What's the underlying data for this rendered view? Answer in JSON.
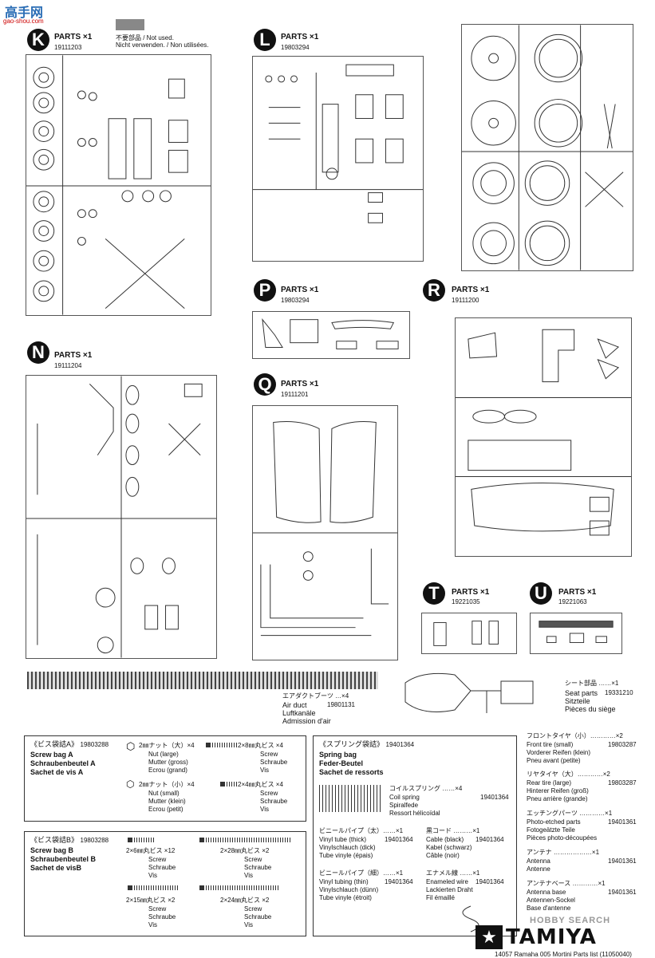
{
  "header": {
    "site_brand": "高手网",
    "site_url": "gao-shou.com",
    "watermark": "HOBBY SEARCH"
  },
  "not_used": {
    "jp": "不要部品",
    "en": "/ Not used.",
    "de": "Nicht verwenden.",
    "fr": "/ Non utilisées."
  },
  "sprues": {
    "K": {
      "letter": "K",
      "title": "PARTS ×1",
      "code": "19111203"
    },
    "L": {
      "letter": "L",
      "title": "PARTS ×1",
      "code": "19803294"
    },
    "N": {
      "letter": "N",
      "title": "PARTS ×1",
      "code": "19111204"
    },
    "P": {
      "letter": "P",
      "title": "PARTS ×1",
      "code": "19803294"
    },
    "Q": {
      "letter": "Q",
      "title": "PARTS ×1",
      "code": "19111201"
    },
    "R": {
      "letter": "R",
      "title": "PARTS ×1",
      "code": "19111200"
    },
    "T": {
      "letter": "T",
      "title": "PARTS ×1",
      "code": "19221035"
    },
    "U": {
      "letter": "U",
      "title": "PARTS ×1",
      "code": "19221063"
    }
  },
  "air_duct": {
    "jp": "エアダクトブーツ …×4",
    "en": "Air duct",
    "code": "19801131",
    "de": "Luftkanäle",
    "fr": "Admission d'air"
  },
  "seat": {
    "jp": "シート部品 ……×1",
    "en": "Seat parts",
    "code": "19331210",
    "de": "Sitzteile",
    "fr": "Pièces du siège"
  },
  "screw_a": {
    "title": "《ビス袋詰A》",
    "code": "19803288",
    "en": "Screw bag A",
    "de": "Schraubenbeutel A",
    "fr": "Sachet de vis A",
    "items": [
      {
        "jp": "2㎜ナット（大）×4",
        "l1": "Nut (large)",
        "l2": "Mutter (gross)",
        "l3": "Ecrou (grand)"
      },
      {
        "jp": "2×8㎜丸ビス ×4",
        "l1": "Screw",
        "l2": "Schraube",
        "l3": "Vis"
      },
      {
        "jp": "2㎜ナット（小）×4",
        "l1": "Nut (small)",
        "l2": "Mutter (klein)",
        "l3": "Ecrou (petit)"
      },
      {
        "jp": "2×4㎜丸ビス ×4",
        "l1": "Screw",
        "l2": "Schraube",
        "l3": "Vis"
      }
    ]
  },
  "screw_b": {
    "title": "《ビス袋詰B》",
    "code": "19803288",
    "en": "Screw bag B",
    "de": "Schraubenbeutel B",
    "fr": "Sachet de visB",
    "items": [
      {
        "jp": "2×6㎜丸ビス ×12",
        "l1": "Screw",
        "l2": "Schraube",
        "l3": "Vis"
      },
      {
        "jp": "2×28㎜丸ビス ×2",
        "l1": "Screw",
        "l2": "Schraube",
        "l3": "Vis"
      },
      {
        "jp": "2×15㎜丸ビス ×2",
        "l1": "Screw",
        "l2": "Schraube",
        "l3": "Vis"
      },
      {
        "jp": "2×24㎜丸ビス ×2",
        "l1": "Screw",
        "l2": "Schraube",
        "l3": "Vis"
      }
    ]
  },
  "spring": {
    "title": "《スプリング袋詰》",
    "code": "19401364",
    "en": "Spring bag",
    "de": "Feder-Beutel",
    "fr": "Sachet de ressorts",
    "coil": {
      "jp": "コイルスプリング ……×4",
      "en": "Coil spring",
      "code": "19401364",
      "de": "Spiralfede",
      "fr": "Ressort hélicoïdal"
    },
    "vinyl_thick": {
      "jp": "ビニールパイプ（太）……×1",
      "en": "Vinyl tube (thick)",
      "code": "19401364",
      "de": "Vinylschlauch (dick)",
      "fr": "Tube vinyle (épais)"
    },
    "cable": {
      "jp": "黒コード ………×1",
      "en": "Cable (black)",
      "code": "19401364",
      "de": "Kabel (schwarz)",
      "fr": "Câble (noir)"
    },
    "vinyl_thin": {
      "jp": "ビニールパイプ（細）……×1",
      "en": "Vinyl tubing (thin)",
      "code": "19401364",
      "de": "Vinylschlauch (dünn)",
      "fr": "Tube vinyle (étroit)"
    },
    "wire": {
      "jp": "エナメル線 ……×1",
      "en": "Enameled wire",
      "code": "19401364",
      "de": "Lackierten Draht",
      "fr": "Fil émaillé"
    }
  },
  "right_list": [
    {
      "jp": "フロントタイヤ（小）…………×2",
      "l1": "Front tire (small)",
      "code": "19803287",
      "l2": "Vorderer Reifen (klein)",
      "l3": "Pneu avant (petite)"
    },
    {
      "jp": "リヤタイヤ（大）…………×2",
      "l1": "Rear tire (large)",
      "code": "19803287",
      "l2": "Hinterer Reifen (groß)",
      "l3": "Pneu arrière (grande)"
    },
    {
      "jp": "エッチングパーツ …………×1",
      "l1": "Photo-etched parts",
      "code": "19401361",
      "l2": "Fotogeätzte Teile",
      "l3": "Pièces photo-découpées"
    },
    {
      "jp": "アンテナ ………………×1",
      "l1": "Antenna",
      "code": "19401361",
      "l2": "Antenne",
      "l3": ""
    },
    {
      "jp": "アンテナベース …………×1",
      "l1": "Antenna base",
      "code": "19401361",
      "l2": "Antennen-Sockel",
      "l3": "Base d'antenne"
    }
  ],
  "brand": {
    "name": "TAMIYA"
  },
  "footer": {
    "text": "14057 Ramaha 005 Mortini Parts list (11050040)"
  }
}
